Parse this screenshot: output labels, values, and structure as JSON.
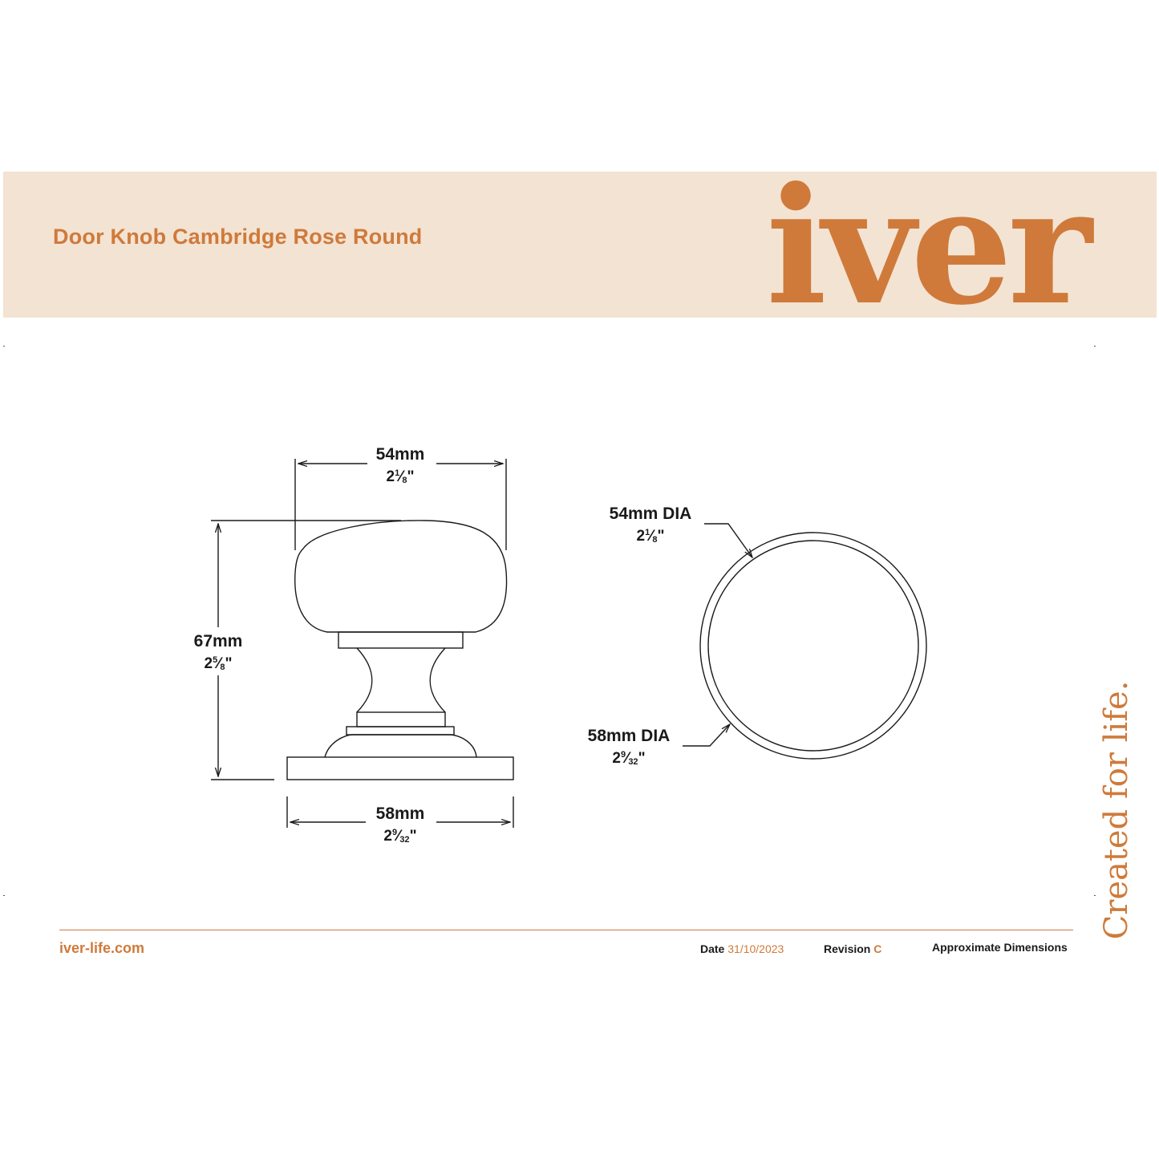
{
  "header": {
    "title": "Door Knob Cambridge Rose Round",
    "logo_text": "iver",
    "background_color": "#f3e3d3",
    "accent_color": "#cf7a3a"
  },
  "tagline": "Created for life.",
  "dimensions": {
    "top_width": {
      "mm": "54mm",
      "inch_whole": "2",
      "inch_num": "1",
      "inch_den": "8"
    },
    "height": {
      "mm": "67mm",
      "inch_whole": "2",
      "inch_num": "5",
      "inch_den": "8"
    },
    "base_width": {
      "mm": "58mm",
      "inch_whole": "2",
      "inch_num": "9",
      "inch_den": "32"
    },
    "knob_dia": {
      "mm": "54mm DIA",
      "inch_whole": "2",
      "inch_num": "1",
      "inch_den": "8"
    },
    "rose_dia": {
      "mm": "58mm DIA",
      "inch_whole": "2",
      "inch_num": "9",
      "inch_den": "32"
    }
  },
  "footer": {
    "website": "iver-life.com",
    "date_label": "Date",
    "date_value": "31/10/2023",
    "revision_label": "Revision",
    "revision_value": "C",
    "note": "Approximate Dimensions"
  }
}
